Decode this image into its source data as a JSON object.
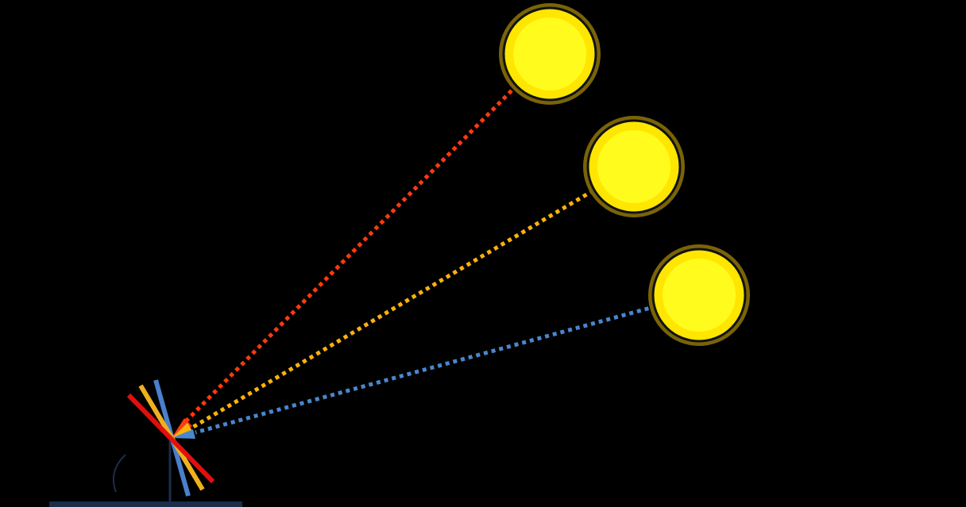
{
  "diagram": {
    "background_color": "#000000",
    "sun": {
      "outer_ring_color": "#7a6408",
      "disc_color": "#ffe600",
      "disc_edge_color": "#ffd000",
      "disc_highlight_color": "#ffff22",
      "outline_color": "#111111"
    },
    "suns": [
      {
        "id": "high",
        "ray_color": "#ff3a10",
        "mirror_color": "#e01010"
      },
      {
        "id": "mid",
        "ray_color": "#ffb20c",
        "mirror_color": "#f0b020"
      },
      {
        "id": "low",
        "ray_color": "#4a86cc",
        "mirror_color": "#4a80cc"
      }
    ],
    "mount": {
      "post_color": "#1a2d4a",
      "base_color": "#1a2d4a",
      "arc_color": "#1a2d4a"
    },
    "ray_style": "dotted",
    "arrowheads": true
  }
}
